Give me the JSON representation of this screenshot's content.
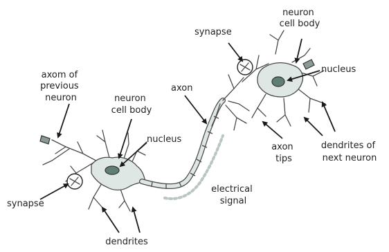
{
  "labels": {
    "neuron_cell_body_top": [
      "neuron",
      "cell body"
    ],
    "synapse_top": "synapse",
    "nucleus_right": "nucleus",
    "axon_of_previous_neuron": [
      "axom of",
      "previous",
      "neuron"
    ],
    "axon": "axon",
    "neuron_cell_body_left": [
      "neuron",
      "cell body"
    ],
    "nucleus_left": "nucleus",
    "axon_tips": [
      "axon",
      "tips"
    ],
    "dendrites_of_next_neuron": [
      "dendrites of",
      "next neuron"
    ],
    "electrical_signal": [
      "electrical",
      "signal"
    ],
    "synapse_bottom": "synapse",
    "dendrites": "dendrites"
  },
  "colors": {
    "cell_fill": "#dfe7e4",
    "nucleus_fill": "#5f7f76",
    "signal_dots": "#b9c6c2",
    "arrow": "#1a1a1a"
  }
}
